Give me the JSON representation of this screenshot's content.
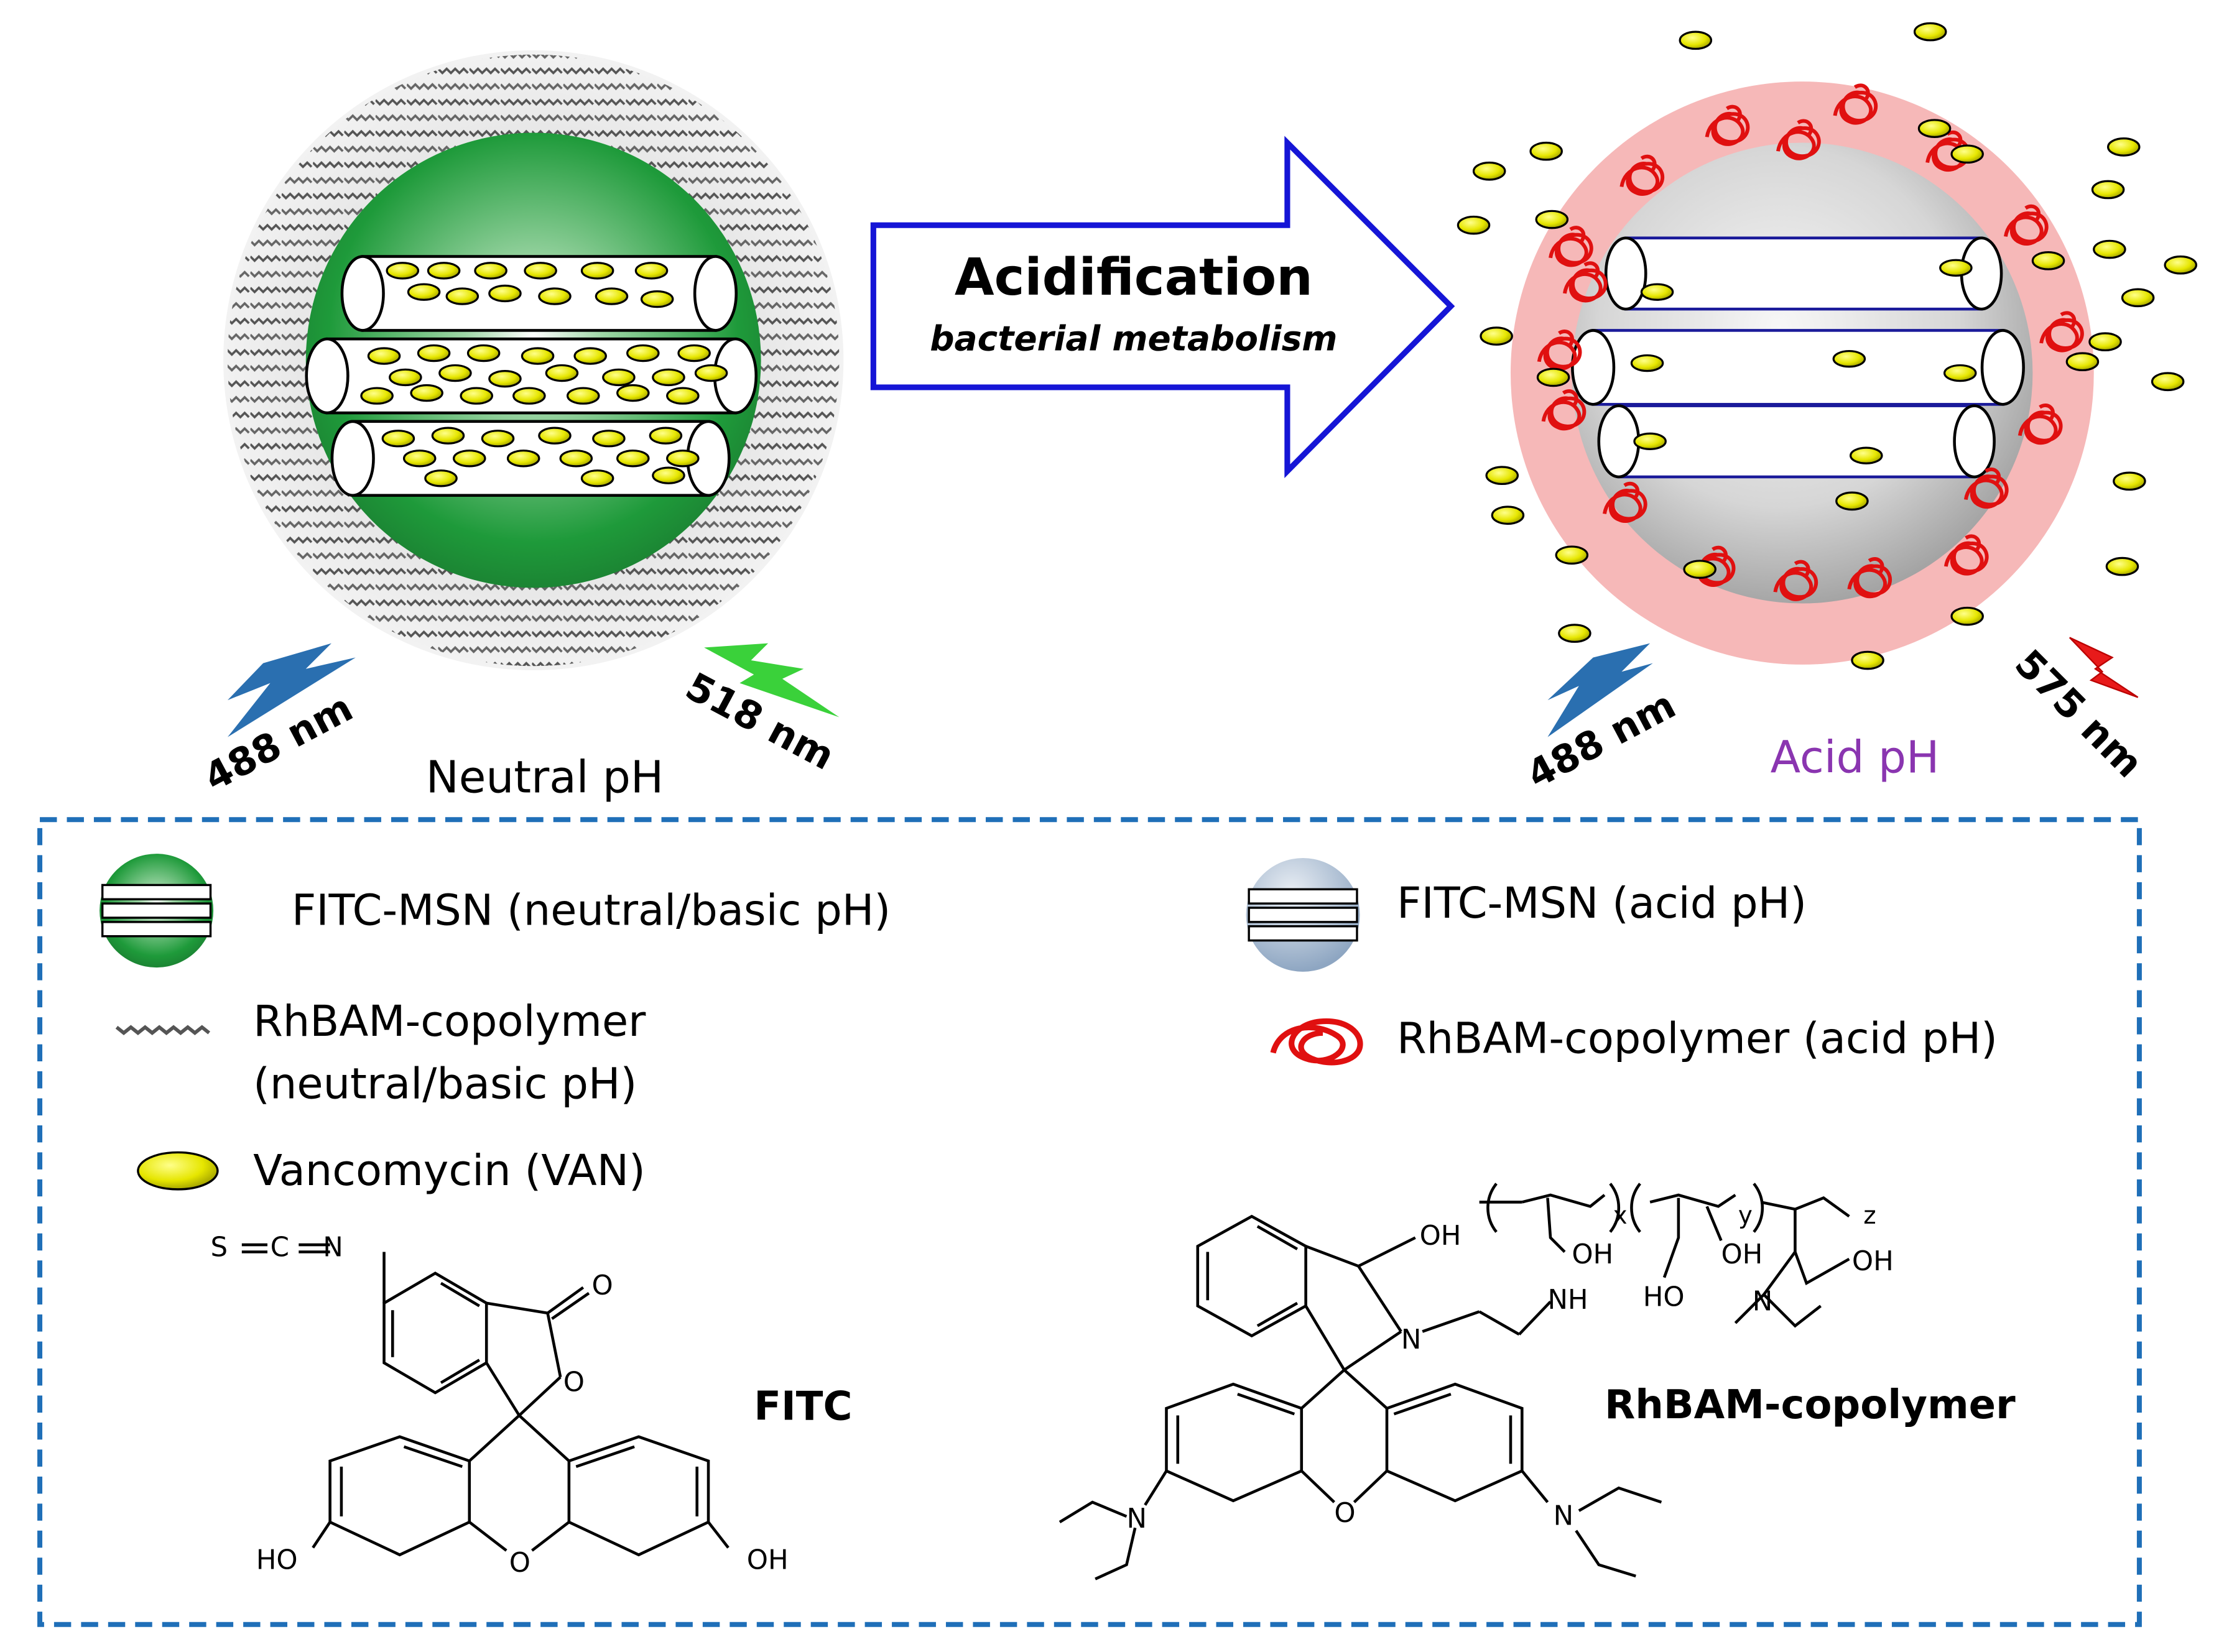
{
  "arrow": {
    "title": "Acidification",
    "subtitle": "bacterial metabolism"
  },
  "left_particle": {
    "excitation": "488 nm",
    "emission": "518 nm",
    "condition": "Neutral pH"
  },
  "right_particle": {
    "excitation": "488 nm",
    "emission": "575 nm",
    "condition": "Acid pH"
  },
  "legend": {
    "msn_neutral": "FITC-MSN (neutral/basic pH)",
    "msn_acid": "FITC-MSN (acid pH)",
    "copolymer_neutral_line1": "RhBAM-copolymer",
    "copolymer_neutral_line2": "(neutral/basic pH)",
    "copolymer_acid": "RhBAM-copolymer (acid pH)",
    "vancomycin": "Vancomycin (VAN)"
  },
  "structures": {
    "fitc_name": "FITC",
    "rhbam_name": "RhBAM-copolymer",
    "fitc_labels": {
      "s": "S",
      "c": "C",
      "n": "N",
      "o_carbonyl": "O",
      "o_ring": "O",
      "o_xanthene": "O",
      "ho_left": "HO",
      "oh_right": "OH"
    },
    "rhbam_labels": {
      "oh_top": "OH",
      "n_ring": "N",
      "nh": "NH",
      "oh_a": "OH",
      "oh_b": "OH",
      "ho_c": "HO",
      "oh_d": "OH",
      "n_amide": "N",
      "x": "x",
      "y": "y",
      "z": "z",
      "n_left": "N",
      "n_right": "N",
      "o_xanthene": "O"
    }
  },
  "colors": {
    "arrow_border": "#1515d6",
    "legend_border": "#1f6fb8",
    "acid_text": "#8a35b0",
    "msn_green": "#1e9a3a",
    "shell_pink": "#f6b8b8",
    "polymer_red": "#e01010",
    "van_yellow": "#e8e800",
    "bolt_blue": "#2a6fb0",
    "bolt_green": "#3ad13a",
    "bolt_red": "#e81a1a"
  }
}
